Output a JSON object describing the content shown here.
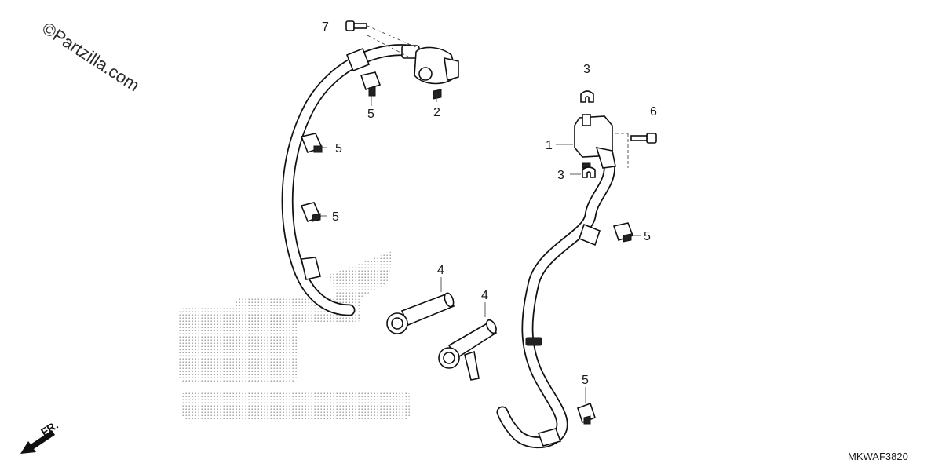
{
  "watermark": "©Partzilla.com",
  "diagram_code": "MKWAF3820",
  "direction_label": "FR.",
  "callouts": {
    "c1": "1",
    "c2": "2",
    "c3a": "3",
    "c3b": "3",
    "c4a": "4",
    "c4b": "4",
    "c5a": "5",
    "c5b": "5",
    "c5c": "5",
    "c5d": "5",
    "c5e": "5",
    "c6": "6",
    "c7": "7"
  }
}
